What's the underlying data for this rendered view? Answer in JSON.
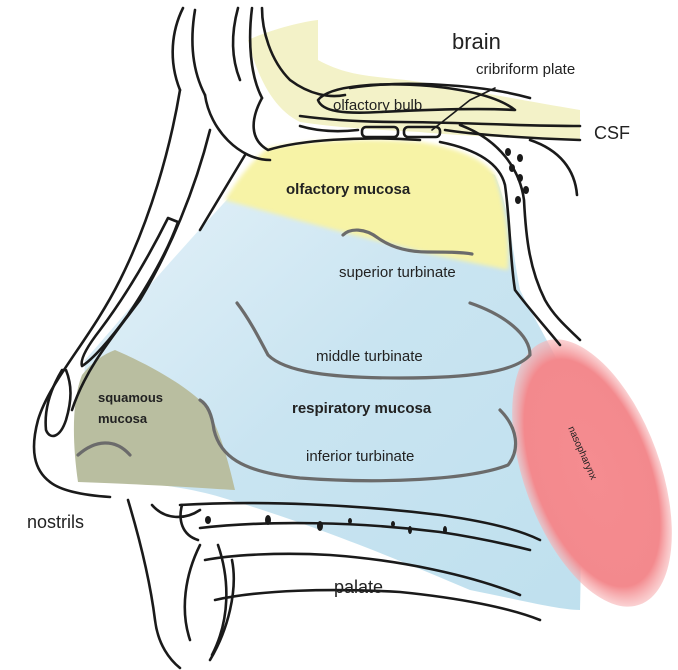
{
  "diagram": {
    "labels": {
      "brain": "brain",
      "cribriform_plate": "cribriform plate",
      "olfactory_bulb": "olfactory bulb",
      "csf": "CSF",
      "olfactory_mucosa": "olfactory mucosa",
      "superior_turbinate": "superior  turbinate",
      "middle_turbinate": "middle turbinate",
      "respiratory_mucosa": "respiratory mucosa",
      "squamous_mucosa_line1": "squamous",
      "squamous_mucosa_line2": "mucosa",
      "inferior_turbinate": "inferior turbinate",
      "nasopharynx": "nasopharynx",
      "nostrils": "nostrils",
      "palate": "palate"
    },
    "colors": {
      "olfactory_region": "#f7f3a6",
      "respiratory_region": "#cfe6f2",
      "squamous_region": "#b9bea0",
      "nasopharynx": "#f28b8e",
      "brain_region": "#f3f2c8",
      "outline": "#1a1a1a",
      "turbinate_lines": "#6b6b6b"
    }
  }
}
